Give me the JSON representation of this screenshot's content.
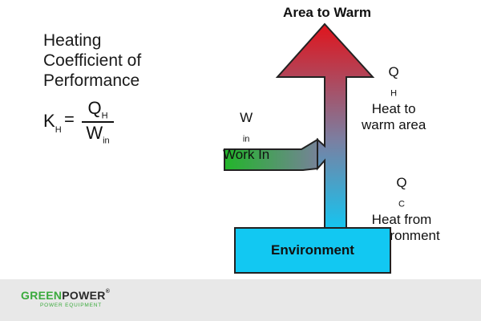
{
  "title_lines": [
    "Heating",
    "Coefficient of",
    "Performance"
  ],
  "formula": {
    "lhs": "K",
    "lhs_sub": "H",
    "equals": "=",
    "numerator": "Q",
    "numerator_sub": "H",
    "denominator": "W",
    "denominator_sub": "in"
  },
  "labels": {
    "top": "Area to Warm",
    "qh_symbol": "Q",
    "qh_sub": "H",
    "qh_text_1": "Heat to",
    "qh_text_2": "warm area",
    "win_symbol": "W",
    "win_sub": "in",
    "win_text": "Work In",
    "qc_symbol": "Q",
    "qc_sub": "C",
    "qc_text_1": "Heat from",
    "qc_text_2": "Environment",
    "env_box": "Environment"
  },
  "colors": {
    "arrow_top": "#e0141c",
    "arrow_mid": "#7c7ea0",
    "arrow_bottom": "#10c8f4",
    "work_input": "#22b52a",
    "env_box": "#12c8f2"
  },
  "logo": {
    "brand_green": "GREEN",
    "brand_dark": "POWER",
    "registered": "®",
    "tagline": "POWER EQUIPMENT"
  }
}
